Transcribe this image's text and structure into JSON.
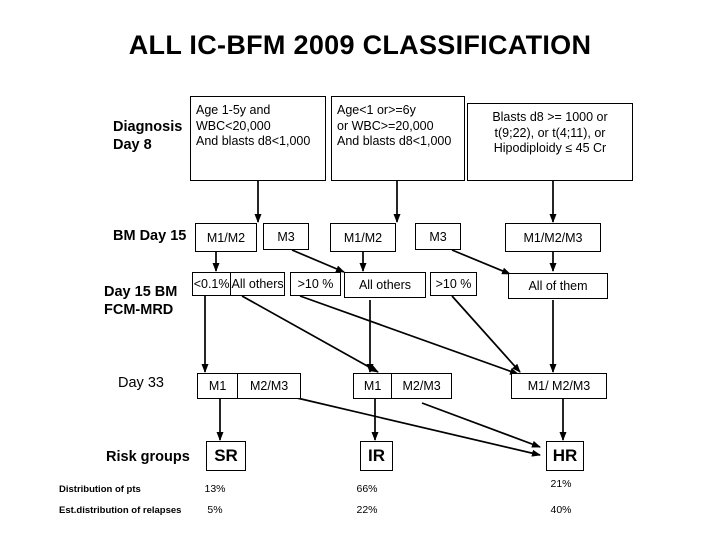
{
  "title": "ALL IC-BFM 2009 CLASSIFICATION",
  "row_labels": {
    "diagnosis": "Diagnosis\nDay 8",
    "bm_day15": "BM Day 15",
    "mrd": "Day 15 BM\nFCM-MRD",
    "day33": "Day 33",
    "risk": "Risk groups"
  },
  "criteria_boxes": [
    {
      "id": "criteria-sr",
      "text": "Age 1-5y and\nWBC<20,000\nAnd blasts d8<1,000"
    },
    {
      "id": "criteria-ir",
      "text": "Age<1 or>=6y\nor WBC>=20,000\nAnd blasts d8<1,000"
    },
    {
      "id": "criteria-hr",
      "text": "Blasts d8 >= 1000 or\nt(9;22), or t(4;11), or\nHipodiploidy ≤ 45 Cr"
    }
  ],
  "bm_day15_boxes": [
    {
      "id": "bm15-a",
      "text": "M1/M2"
    },
    {
      "id": "bm15-b",
      "text": "M3"
    },
    {
      "id": "bm15-c",
      "text": "M1/M2"
    },
    {
      "id": "bm15-d",
      "text": "M3"
    },
    {
      "id": "bm15-e",
      "text": "M1/M2/M3"
    }
  ],
  "mrd_boxes": [
    {
      "id": "mrd-split-left",
      "cells": [
        "<0.1%",
        "All others"
      ]
    },
    {
      "id": "mrd-gt10-left",
      "text": ">10 %"
    },
    {
      "id": "mrd-allothers-mid",
      "text": "All others"
    },
    {
      "id": "mrd-gt10-mid",
      "text": ">10 %"
    },
    {
      "id": "mrd-allofthem",
      "text": "All  of them"
    }
  ],
  "day33_boxes": [
    {
      "id": "day33-left",
      "cells": [
        "M1",
        "M2/M3"
      ]
    },
    {
      "id": "day33-mid",
      "cells": [
        "M1",
        "M2/M3"
      ]
    },
    {
      "id": "day33-right",
      "text": "M1/ M2/M3"
    }
  ],
  "risk_boxes": [
    {
      "id": "risk-sr",
      "text": "SR"
    },
    {
      "id": "risk-ir",
      "text": "IR"
    },
    {
      "id": "risk-hr",
      "text": "HR"
    }
  ],
  "stats": {
    "row1_label": "Distribution of pts",
    "row2_label": "Est.distribution of relapses",
    "row1_values": [
      "13%",
      "66%",
      "21%"
    ],
    "row2_values": [
      "5%",
      "22%",
      "40%"
    ]
  },
  "colors": {
    "ink": "#000000",
    "paper": "#ffffff"
  }
}
